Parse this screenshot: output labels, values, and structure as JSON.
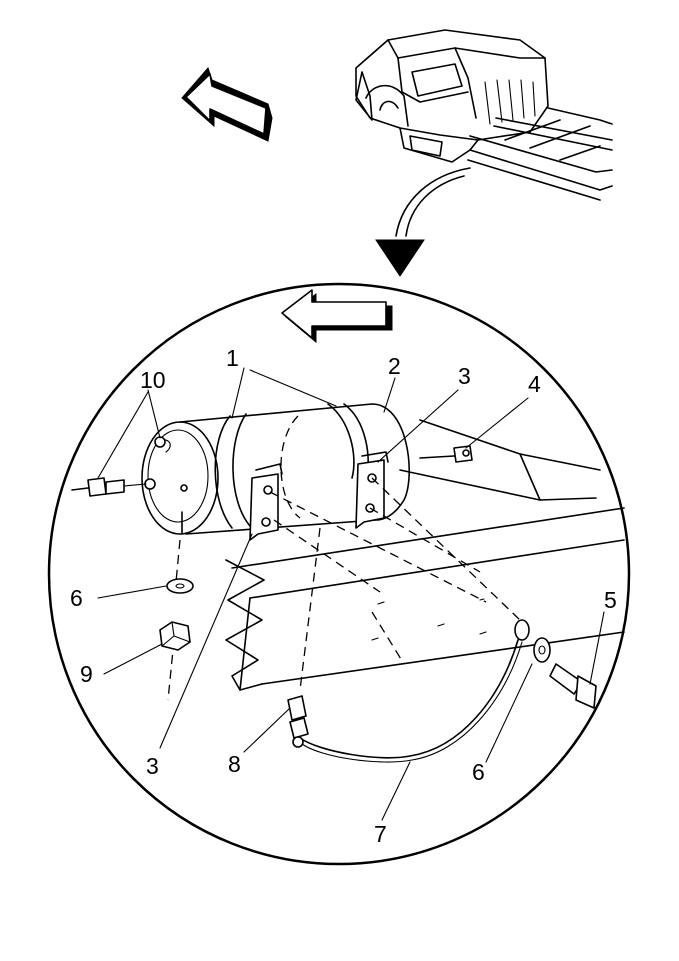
{
  "figure": {
    "callouts": [
      {
        "id": "c1",
        "text": "1"
      },
      {
        "id": "c2",
        "text": "2"
      },
      {
        "id": "c3a",
        "text": "3"
      },
      {
        "id": "c3b",
        "text": "3"
      },
      {
        "id": "c4",
        "text": "4"
      },
      {
        "id": "c5",
        "text": "5"
      },
      {
        "id": "c6a",
        "text": "6"
      },
      {
        "id": "c6b",
        "text": "6"
      },
      {
        "id": "c7",
        "text": "7"
      },
      {
        "id": "c8",
        "text": "8"
      },
      {
        "id": "c9",
        "text": "9"
      },
      {
        "id": "c10",
        "text": "10"
      }
    ]
  }
}
